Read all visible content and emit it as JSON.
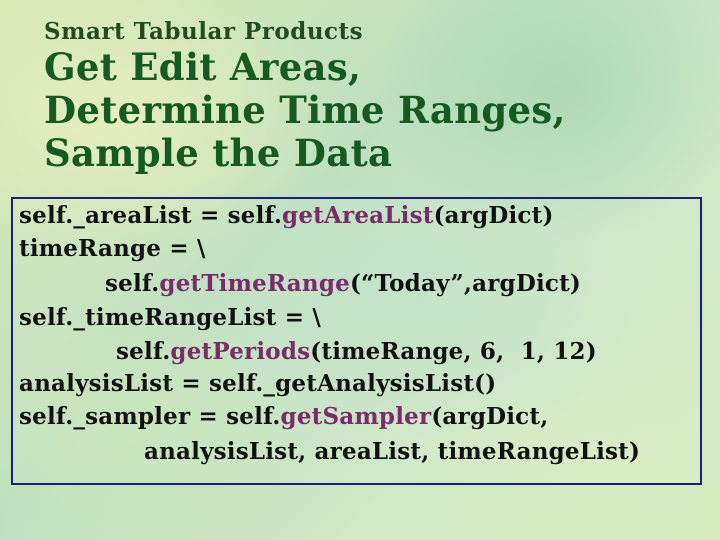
{
  "slide": {
    "subtitle": "Smart Tabular Products",
    "title_lines": [
      "Get Edit Areas,",
      "Determine Time Ranges,",
      "Sample the Data"
    ]
  },
  "code": {
    "line1": {
      "pre": "self._areaList = self.",
      "fn": "getAreaList",
      "post": "(argDict)"
    },
    "line2": {
      "text": "timeRange = \\"
    },
    "line3": {
      "pre": "self.",
      "fn": "getTimeRange",
      "post": "(“Today”,argDict)"
    },
    "line4": {
      "text": "self._timeRangeList = \\"
    },
    "line5": {
      "pre": "self.",
      "fn": "getPeriods",
      "post": "(timeRange, 6,  1, 12)"
    },
    "line6": {
      "text": "analysisList = self._getAnalysisList()"
    },
    "line7": {
      "pre": "self._sampler = self.",
      "fn": "getSampler",
      "post": "(argDict,"
    },
    "line8": {
      "text": "analysisList, areaList, timeRangeList)"
    }
  },
  "colors": {
    "title": "#155a1f",
    "function_name": "#7a2b6a",
    "box_border": "#1a1f7a"
  }
}
